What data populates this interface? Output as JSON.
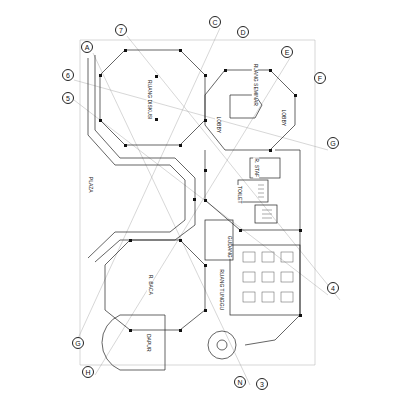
{
  "diagram": {
    "nodes": [
      {
        "text": [
          "A"
        ]
      },
      {
        "text": [
          "7"
        ]
      },
      {
        "text": [
          "C"
        ]
      },
      {
        "text": [
          "D"
        ]
      },
      {
        "text": [
          "E"
        ]
      },
      {
        "text": [
          "F"
        ]
      },
      {
        "text": [
          "6"
        ]
      },
      {
        "text": [
          "5"
        ]
      },
      {
        "text": [
          "G"
        ]
      },
      {
        "text": [
          "4"
        ]
      },
      {
        "text": [
          "G"
        ]
      },
      {
        "text": [
          "H"
        ]
      },
      {
        "text": [
          "N"
        ]
      },
      {
        "text": [
          "3"
        ]
      }
    ],
    "labels": [
      "PLAZA",
      "RUANG DISKUSI",
      "RUANG SEMINAR",
      "LOBBY",
      "LOBBY",
      "R. BACA",
      "RUANG TUNGGU",
      "GUDANG",
      "DAPUR",
      "R. STAF",
      "TOILET"
    ]
  }
}
